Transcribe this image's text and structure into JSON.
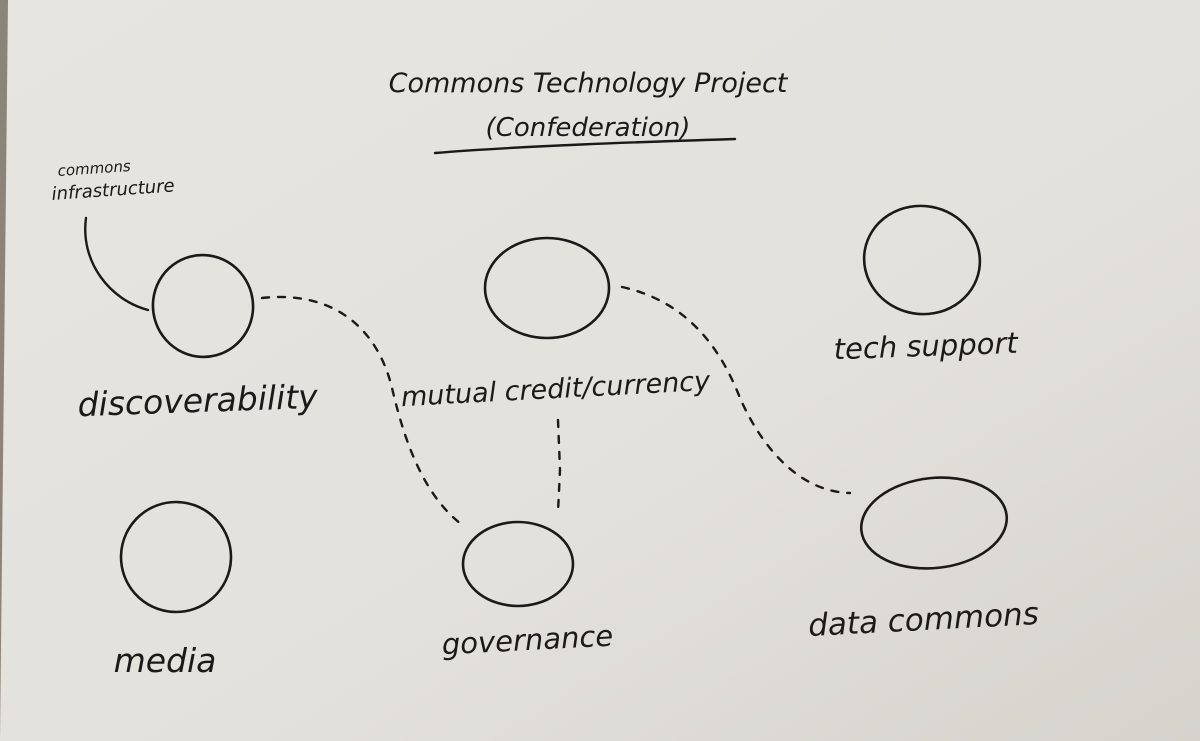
{
  "title": {
    "line1": "Commons Technology Project",
    "line2": "(Confederation)"
  },
  "annotation": {
    "line1": "commons",
    "line2": "infrastructure"
  },
  "nodes": [
    {
      "id": "discoverability",
      "label": "discoverability"
    },
    {
      "id": "mutual-credit",
      "label": "mutual credit/currency"
    },
    {
      "id": "tech-support",
      "label": "tech support"
    },
    {
      "id": "media",
      "label": "media"
    },
    {
      "id": "governance",
      "label": "governance"
    },
    {
      "id": "data-commons",
      "label": "data commons"
    }
  ],
  "edges": [
    {
      "from": "discoverability",
      "to": "governance",
      "style": "dashed"
    },
    {
      "from": "mutual-credit",
      "to": "governance",
      "style": "dashed"
    },
    {
      "from": "mutual-credit",
      "to": "data-commons",
      "style": "dashed"
    }
  ],
  "colors": {
    "paper": "#e9e7e2",
    "ink": "#1c1a18",
    "background": "#8c8478"
  }
}
